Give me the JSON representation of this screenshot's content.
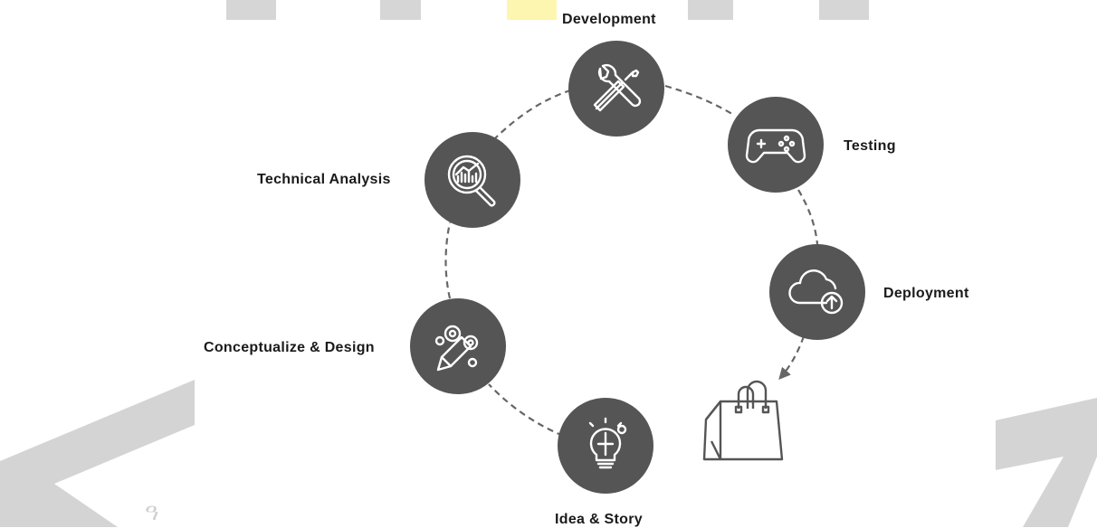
{
  "diagram": {
    "steps": [
      {
        "label": "Development",
        "icon": "tools-icon"
      },
      {
        "label": "Testing",
        "icon": "gamepad-icon"
      },
      {
        "label": "Deployment",
        "icon": "cloud-upload-icon"
      },
      {
        "label": "Idea & Story",
        "icon": "lightbulb-puzzle-icon"
      },
      {
        "label": "Conceptualize & Design",
        "icon": "gears-pencil-icon"
      },
      {
        "label": "Technical Analysis",
        "icon": "magnifier-chart-icon"
      }
    ],
    "end_icon": "shopping-bag-icon",
    "colors": {
      "node": "#555555",
      "connector": "#666666",
      "label": "#1a1a1a",
      "watermark": "#cfcfcf",
      "watermark_accent": "#fdf6b0"
    }
  }
}
